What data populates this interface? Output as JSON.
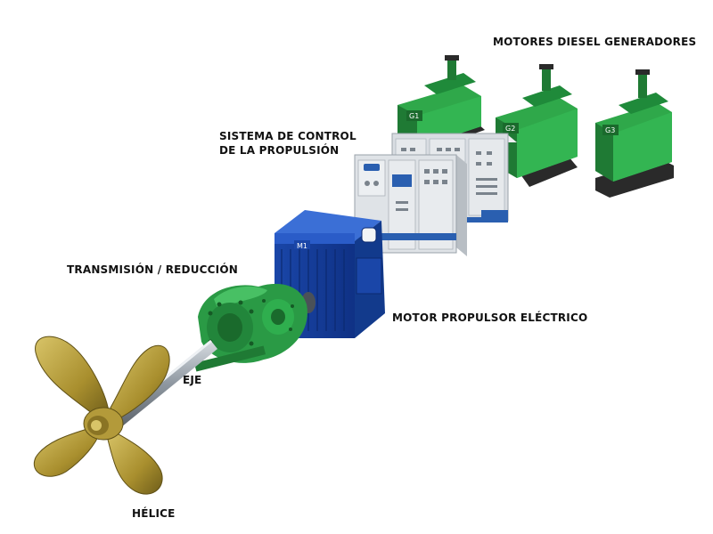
{
  "labels": {
    "generators": "MOTORES DIESEL GENERADORES",
    "control_line1": "SISTEMA DE CONTROL",
    "control_line2": "DE LA PROPULSIÓN",
    "transmission": "TRANSMISIÓN / REDUCCIÓN",
    "motor": "MOTOR PROPULSOR ELÉCTRICO",
    "shaft": "EJE",
    "propeller": "HÉLICE"
  },
  "plates": {
    "generator_1": "G1",
    "generator_2": "G2",
    "generator_3": "G3",
    "motor": "M1"
  },
  "colors": {
    "generator_green": "#2fa84a",
    "generator_dark": "#1f7a34",
    "generator_base": "#2a2a2a",
    "motor_blue": "#1d4fb8",
    "motor_blue_dark": "#123a8c",
    "cabinet_gray": "#d9dde2",
    "cabinet_blue_stripe": "#2a5fb0",
    "gearbox_green": "#2a9a45",
    "propeller_gold": "#b39a3a",
    "shaft_gray": "#9aa3ab"
  }
}
